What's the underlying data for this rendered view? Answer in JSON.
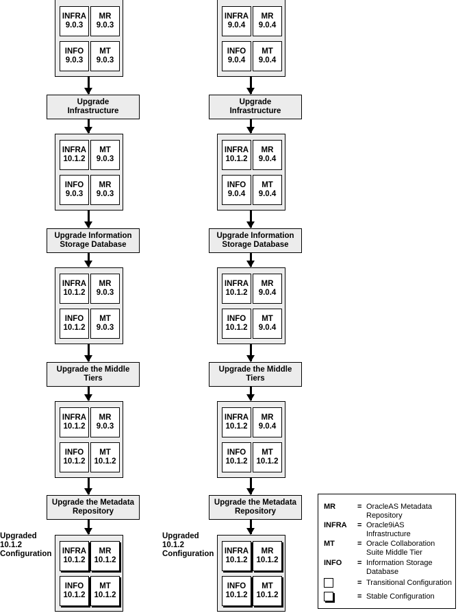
{
  "columns": [
    {
      "id": "left",
      "stages": [
        {
          "components": [
            {
              "name": "INFRA",
              "version": "9.0.3"
            },
            {
              "name": "MR",
              "version": "9.0.3"
            },
            {
              "name": "INFO",
              "version": "9.0.3"
            },
            {
              "name": "MT",
              "version": "9.0.3"
            }
          ]
        },
        {
          "components": [
            {
              "name": "INFRA",
              "version": "10.1.2"
            },
            {
              "name": "MT",
              "version": "9.0.3"
            },
            {
              "name": "INFO",
              "version": "9.0.3"
            },
            {
              "name": "MR",
              "version": "9.0.3"
            }
          ]
        },
        {
          "components": [
            {
              "name": "INFRA",
              "version": "10.1.2"
            },
            {
              "name": "MR",
              "version": "9.0.3"
            },
            {
              "name": "INFO",
              "version": "10.1.2"
            },
            {
              "name": "MT",
              "version": "9.0.3"
            }
          ]
        },
        {
          "components": [
            {
              "name": "INFRA",
              "version": "10.1.2"
            },
            {
              "name": "MR",
              "version": "9.0.3"
            },
            {
              "name": "INFO",
              "version": "10.1.2"
            },
            {
              "name": "MT",
              "version": "10.1.2"
            }
          ]
        },
        {
          "components": [
            {
              "name": "INFRA",
              "version": "10.1.2"
            },
            {
              "name": "MR",
              "version": "10.1.2"
            },
            {
              "name": "INFO",
              "version": "10.1.2"
            },
            {
              "name": "MT",
              "version": "10.1.2"
            }
          ]
        }
      ]
    },
    {
      "id": "right",
      "stages": [
        {
          "components": [
            {
              "name": "INFRA",
              "version": "9.0.4"
            },
            {
              "name": "MR",
              "version": "9.0.4"
            },
            {
              "name": "INFO",
              "version": "9.0.4"
            },
            {
              "name": "MT",
              "version": "9.0.4"
            }
          ]
        },
        {
          "components": [
            {
              "name": "INFRA",
              "version": "10.1.2"
            },
            {
              "name": "MR",
              "version": "9.0.4"
            },
            {
              "name": "INFO",
              "version": "9.0.4"
            },
            {
              "name": "MT",
              "version": "9.0.4"
            }
          ]
        },
        {
          "components": [
            {
              "name": "INFRA",
              "version": "10.1.2"
            },
            {
              "name": "MR",
              "version": "9.0.4"
            },
            {
              "name": "INFO",
              "version": "10.1.2"
            },
            {
              "name": "MT",
              "version": "9.0.4"
            }
          ]
        },
        {
          "components": [
            {
              "name": "INFRA",
              "version": "10.1.2"
            },
            {
              "name": "MR",
              "version": "9.0.4"
            },
            {
              "name": "INFO",
              "version": "10.1.2"
            },
            {
              "name": "MT",
              "version": "10.1.2"
            }
          ]
        },
        {
          "components": [
            {
              "name": "INFRA",
              "version": "10.1.2"
            },
            {
              "name": "MR",
              "version": "10.1.2"
            },
            {
              "name": "INFO",
              "version": "10.1.2"
            },
            {
              "name": "MT",
              "version": "10.1.2"
            }
          ]
        }
      ]
    }
  ],
  "steps": [
    [
      "Upgrade",
      "Infrastructure"
    ],
    [
      "Upgrade Information",
      "Storage Database"
    ],
    [
      "Upgrade the Middle",
      "Tiers"
    ],
    [
      "Upgrade the Metadata",
      "Repository"
    ]
  ],
  "final_label": [
    "Upgraded",
    "10.1.2",
    "Configuration"
  ],
  "legend": {
    "items": [
      {
        "key": "MR",
        "eq": "=",
        "def": [
          "OracleAS Metadata",
          "Repository"
        ]
      },
      {
        "key": "INFRA",
        "eq": "=",
        "def": [
          "Oracle9iAS",
          "Infrastructure"
        ]
      },
      {
        "key": "MT",
        "eq": "=",
        "def": [
          "Oracle Collaboration",
          "Suite Middle Tier"
        ]
      },
      {
        "key": "INFO",
        "eq": "=",
        "def": [
          "Information Storage",
          "Database"
        ]
      }
    ],
    "symbols": [
      {
        "eq": "=",
        "def": "Transitional Configuration",
        "shadow": false
      },
      {
        "eq": "=",
        "def": "Stable Configuration",
        "shadow": true
      }
    ]
  }
}
